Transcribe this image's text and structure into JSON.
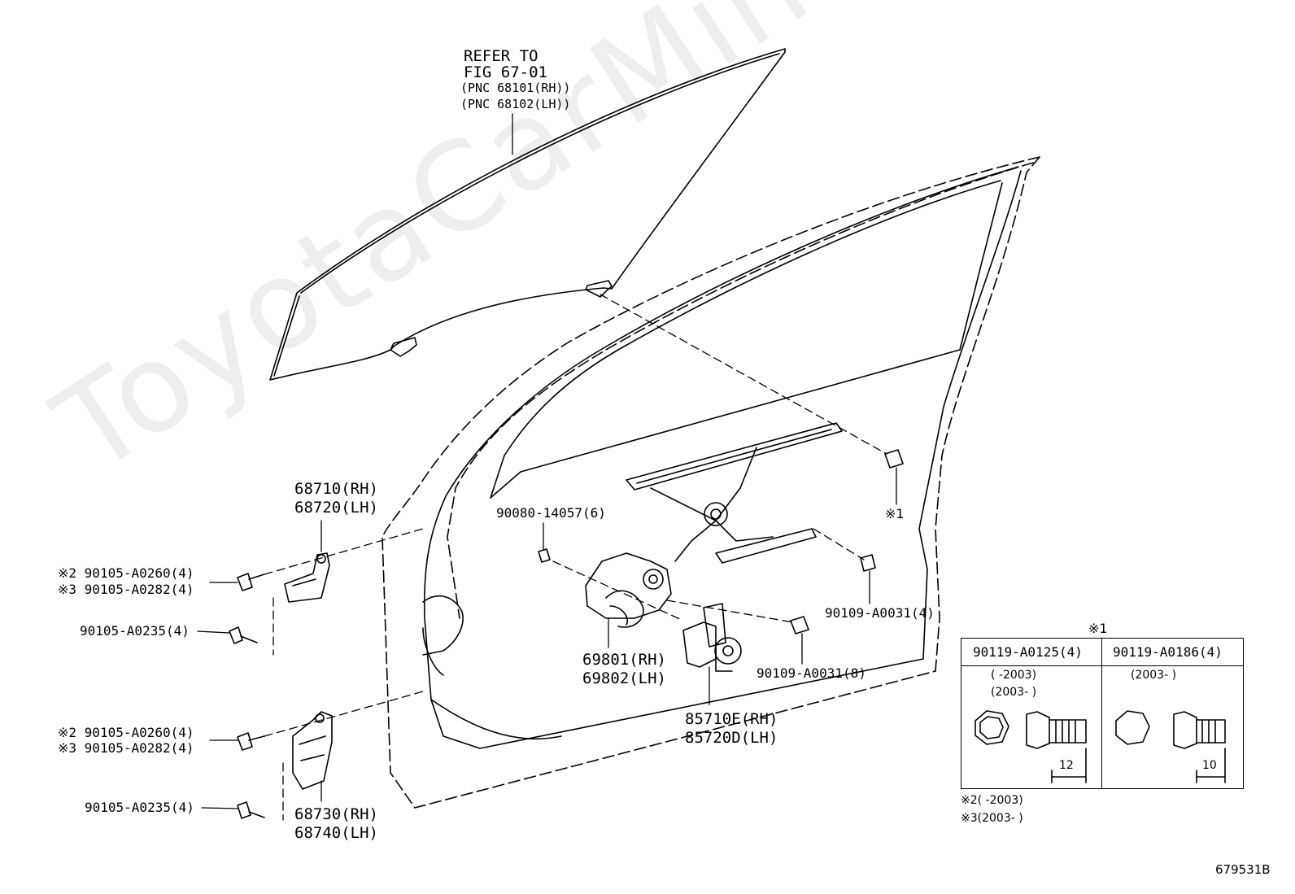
{
  "watermark": "ToyotaCarMine.ru",
  "refer": {
    "line1": "REFER TO",
    "line2": "FIG 67-01",
    "line3": "(PNC 68101(RH))",
    "line4": "(PNC 68102(LH))"
  },
  "labels": {
    "hinge_upper_rh": "68710(RH)",
    "hinge_upper_lh": "68720(LH)",
    "bolt_upper_2": "※2 90105-A0260(4)",
    "bolt_upper_3": "※3 90105-A0282(4)",
    "bolt_upper_b": "90105-A0235(4)",
    "bolt_lower_2": "※2 90105-A0260(4)",
    "bolt_lower_3": "※3 90105-A0282(4)",
    "bolt_lower_b": "90105-A0235(4)",
    "hinge_lower_rh": "68730(RH)",
    "hinge_lower_lh": "68740(LH)",
    "regulator_bolt": "90080-14057(6)",
    "regulator_rh": "69801(RH)",
    "regulator_lh": "69802(LH)",
    "motor_rh": "85710E(RH)",
    "motor_lh": "85720D(LH)",
    "bolt_motor": "90109-A0031(8)",
    "bolt_rail": "90109-A0031(4)",
    "note_1": "※1",
    "code": "679531B"
  },
  "table": {
    "title": "※1",
    "col1": {
      "part": "90119-A0125(4)",
      "range1": "(     -2003)",
      "range2": "(2003-     )",
      "length": "12"
    },
    "col2": {
      "part": "90119-A0186(4)",
      "range1": "(2003-     )",
      "length": "10"
    }
  },
  "footnotes": {
    "note2": "※2(       -2003)",
    "note3": "※3(2003-       )"
  }
}
